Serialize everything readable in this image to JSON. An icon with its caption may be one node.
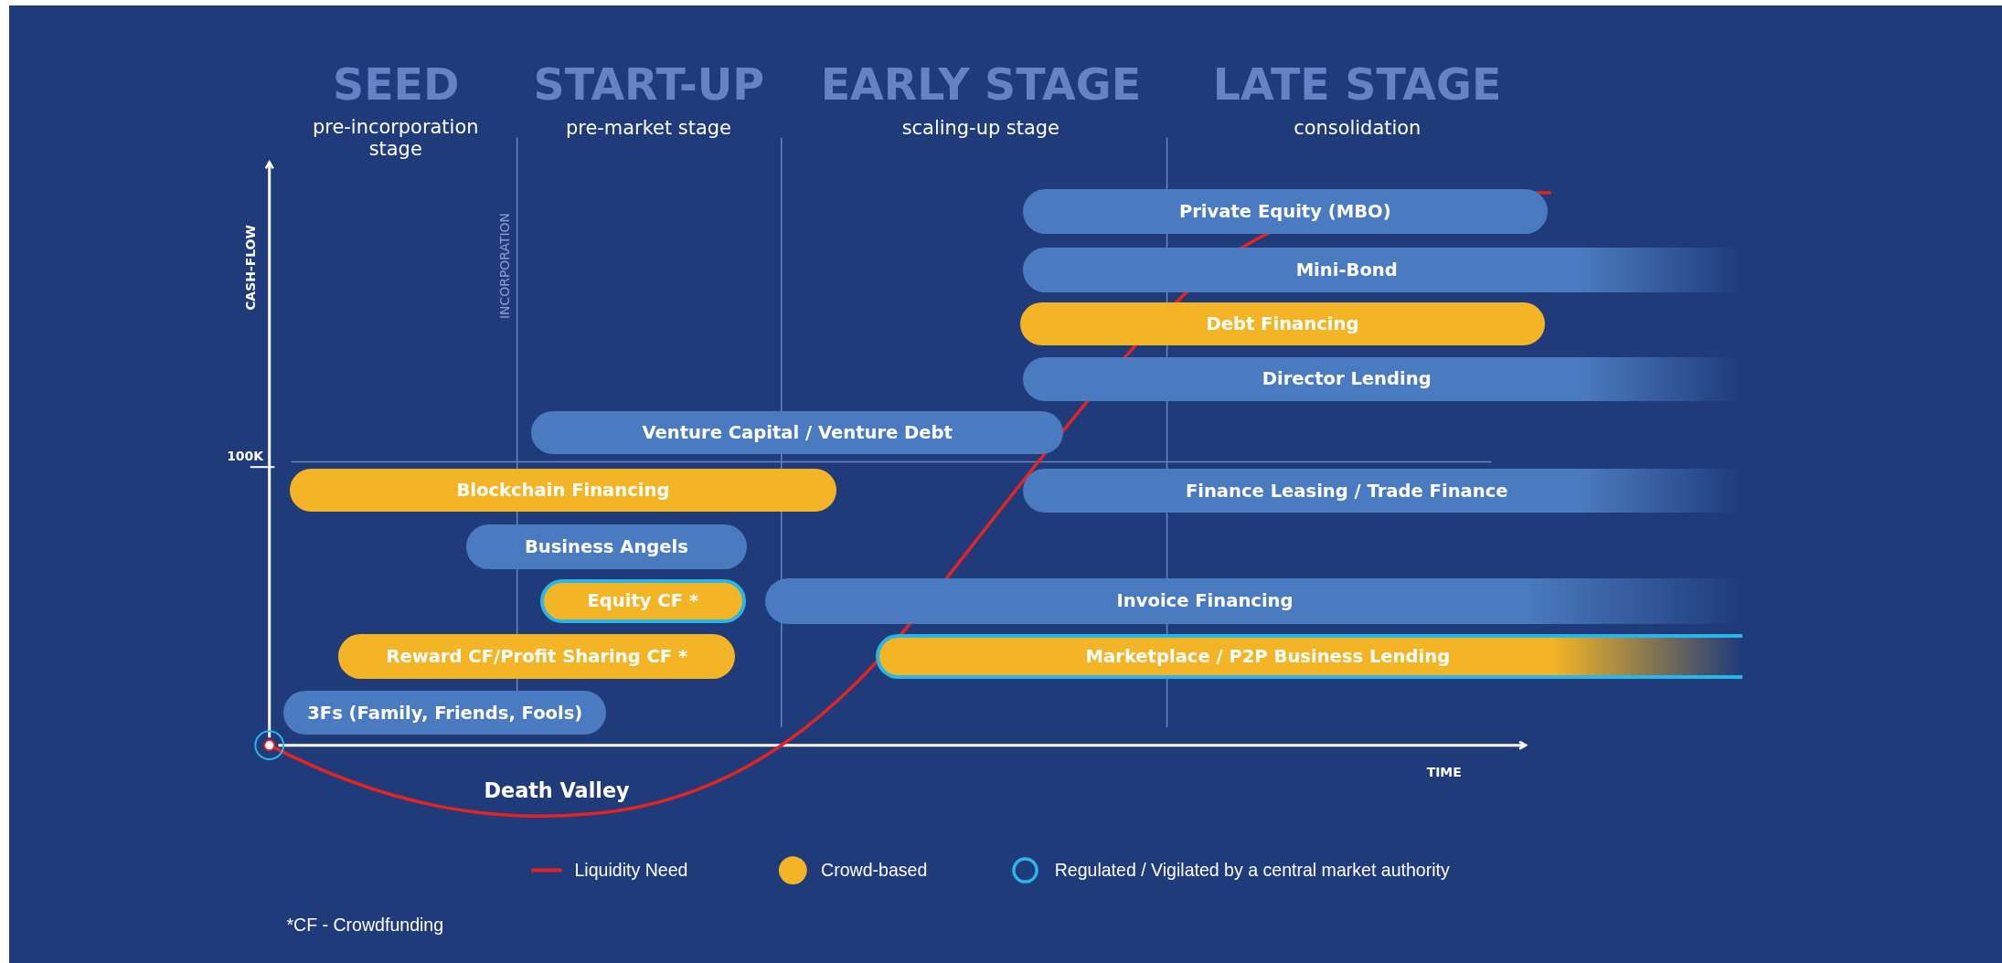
{
  "diagram": {
    "nodes": [
      {
        "text": [
          "Private Equity (MBO)"
        ]
      },
      {
        "text": [
          "Mini-Bond"
        ]
      },
      {
        "text": [
          "Debt Financing"
        ]
      },
      {
        "text": [
          "Director Lending"
        ]
      },
      {
        "text": [
          "Venture Capital / Venture Debt"
        ]
      },
      {
        "text": [
          "Blockchain Financing"
        ]
      },
      {
        "text": [
          "Finance Leasing / Trade Finance"
        ]
      },
      {
        "text": [
          "Business Angels"
        ]
      },
      {
        "text": [
          "Equity CF *"
        ]
      },
      {
        "text": [
          "Invoice Financing"
        ]
      },
      {
        "text": [
          "Reward CF/Profit Sharing CF *"
        ]
      },
      {
        "text": [
          "Marketplace / P2P Business Lending"
        ]
      },
      {
        "text": [
          "3Fs (Family, Friends, Fools)"
        ]
      }
    ],
    "labels": [
      "SEED",
      "pre-incorporation stage",
      "START-UP",
      "pre-market stage",
      "EARLY STAGE",
      "scaling-up stage",
      "LATE STAGE",
      "consolidation",
      "CASH-FLOW",
      "INCORPORATION",
      "100K",
      "TIME",
      "Death Valley",
      "*CF - Crowdfunding"
    ],
    "legend": [
      {
        "text": "Liquidity Need"
      },
      {
        "text": "Crowd-based",
        "color": "#f3b526"
      },
      {
        "text": "Regulated / Vigilated by a central market authority"
      }
    ]
  }
}
